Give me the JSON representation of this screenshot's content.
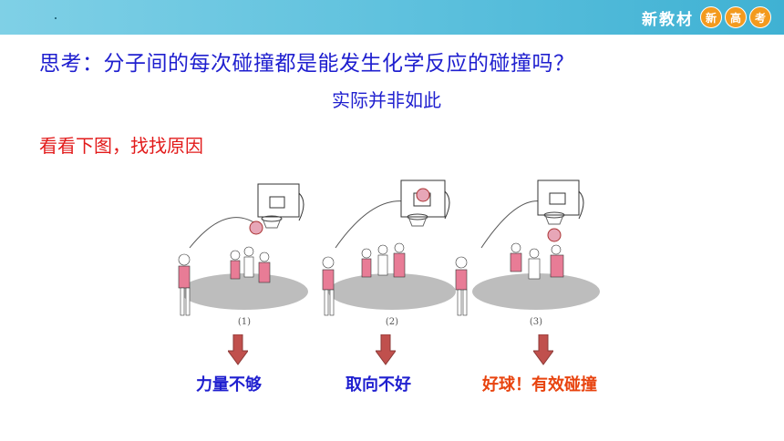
{
  "header": {
    "brand": "新教材",
    "badges": [
      "新",
      "高",
      "考"
    ],
    "colors": {
      "bar_start": "#7fd0e6",
      "bar_end": "#3fb1d3",
      "badge": "#f39a1e"
    }
  },
  "question": "思考：分子间的每次碰撞都是能发生化学反应的碰撞吗？",
  "answer": "实际并非如此",
  "prompt": "看看下图，找找原因",
  "scenes": [
    {
      "label": "(1)",
      "caption": "力量不够",
      "caption_color": "#1f1fcf"
    },
    {
      "label": "(2)",
      "caption": "取向不好",
      "caption_color": "#1f1fcf"
    },
    {
      "label": "(3)",
      "caption": "好球！有效碰撞",
      "caption_color": "#e8430e"
    }
  ],
  "colors": {
    "question": "#1f1fcf",
    "prompt": "#e21b1b",
    "arrow": "#c0504d"
  }
}
